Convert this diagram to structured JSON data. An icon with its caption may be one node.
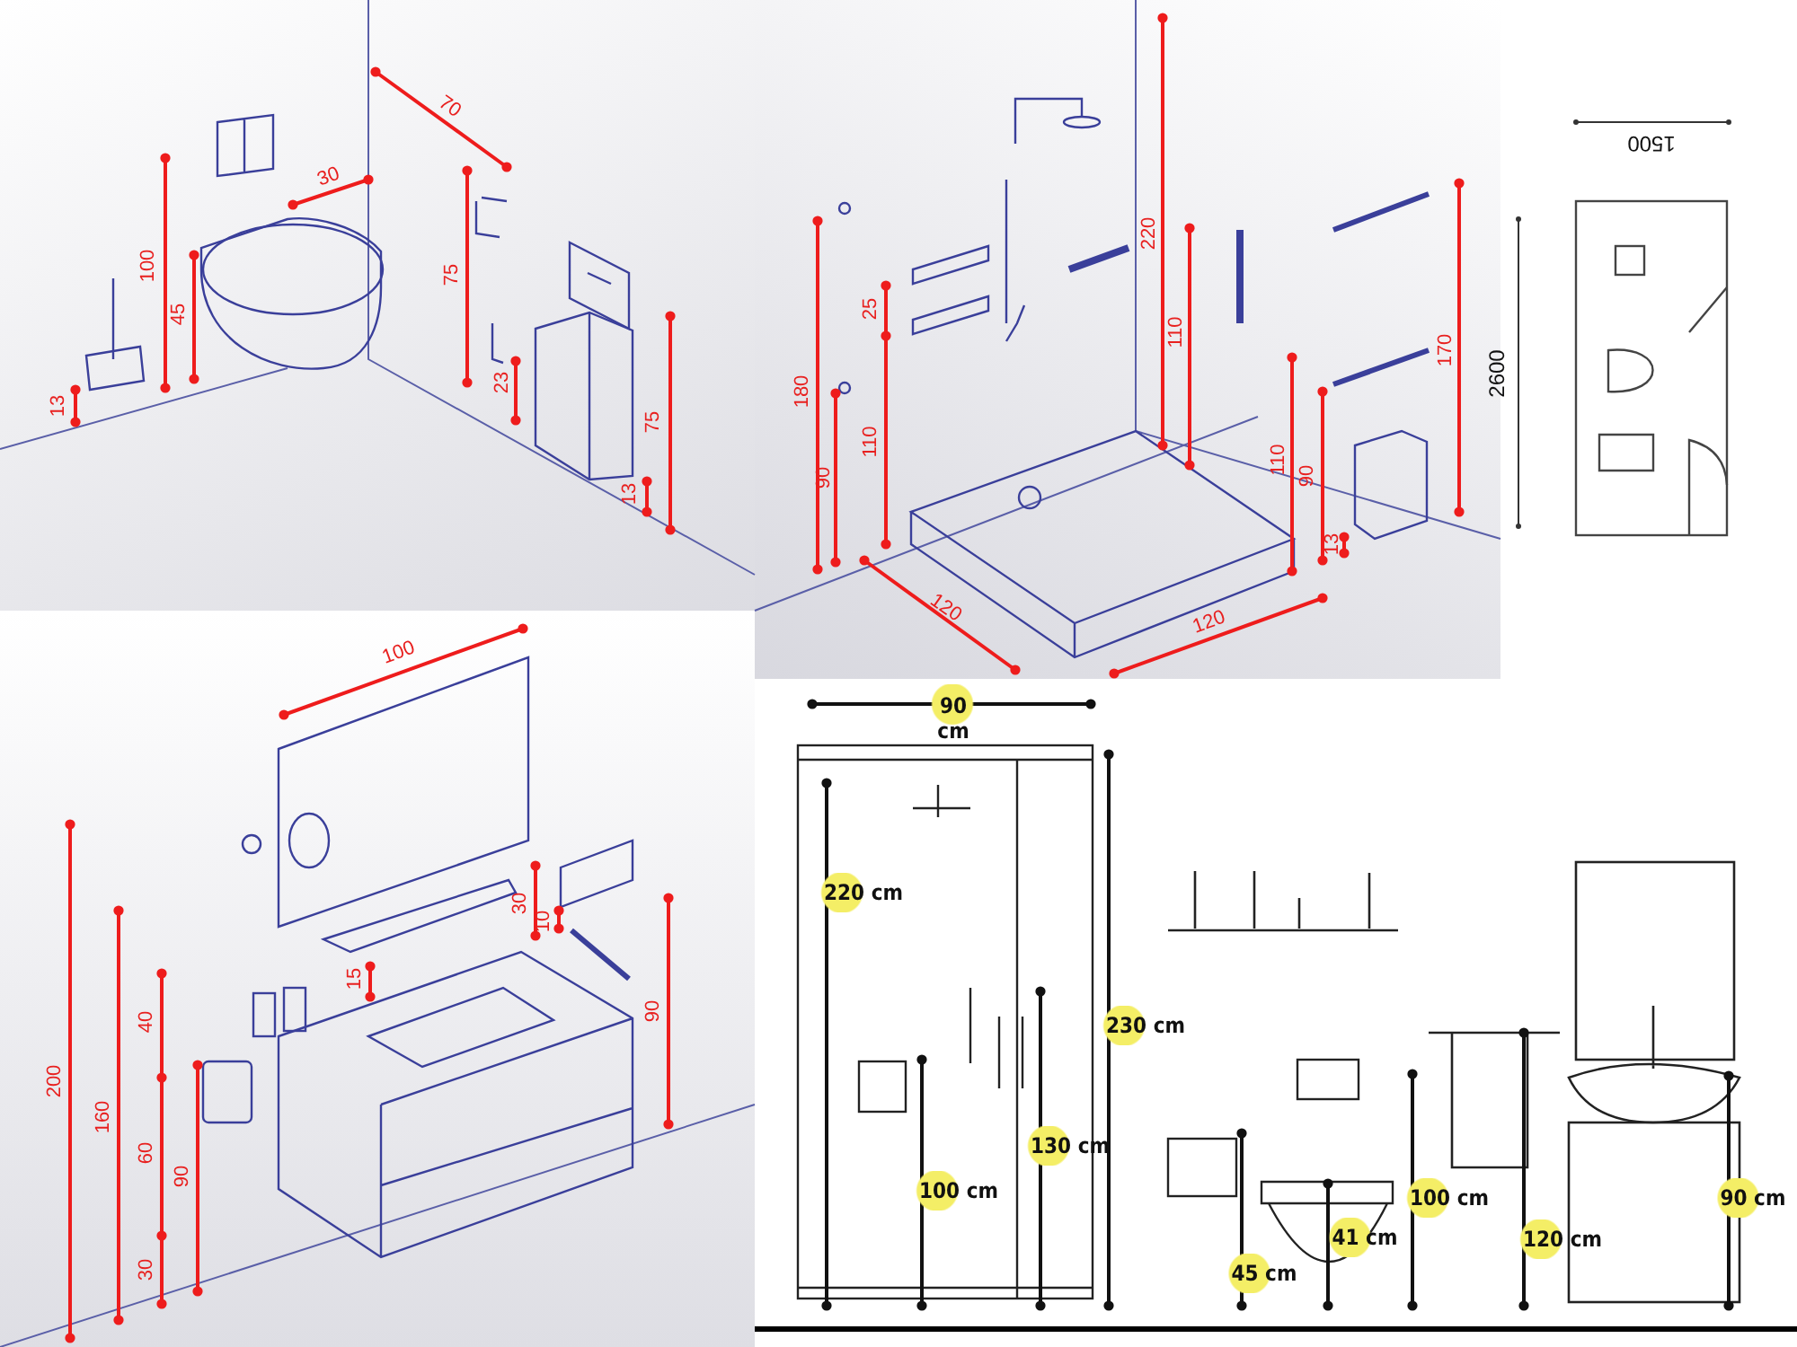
{
  "diagram": {
    "labels": [
      "70",
      "30",
      "100",
      "45",
      "13",
      "75",
      "23",
      "75",
      "13",
      "180",
      "90",
      "25",
      "110",
      "220",
      "110",
      "110",
      "90",
      "13",
      "170",
      "120",
      "120",
      "1500",
      "2600",
      "100",
      "200",
      "160",
      "40",
      "60",
      "90",
      "30",
      "15",
      "30",
      "10",
      "90",
      "90 cm",
      "220 cm",
      "230 cm",
      "130 cm",
      "100 cm",
      "45 cm",
      "41 cm",
      "100 cm",
      "120 cm",
      "90 cm"
    ]
  }
}
